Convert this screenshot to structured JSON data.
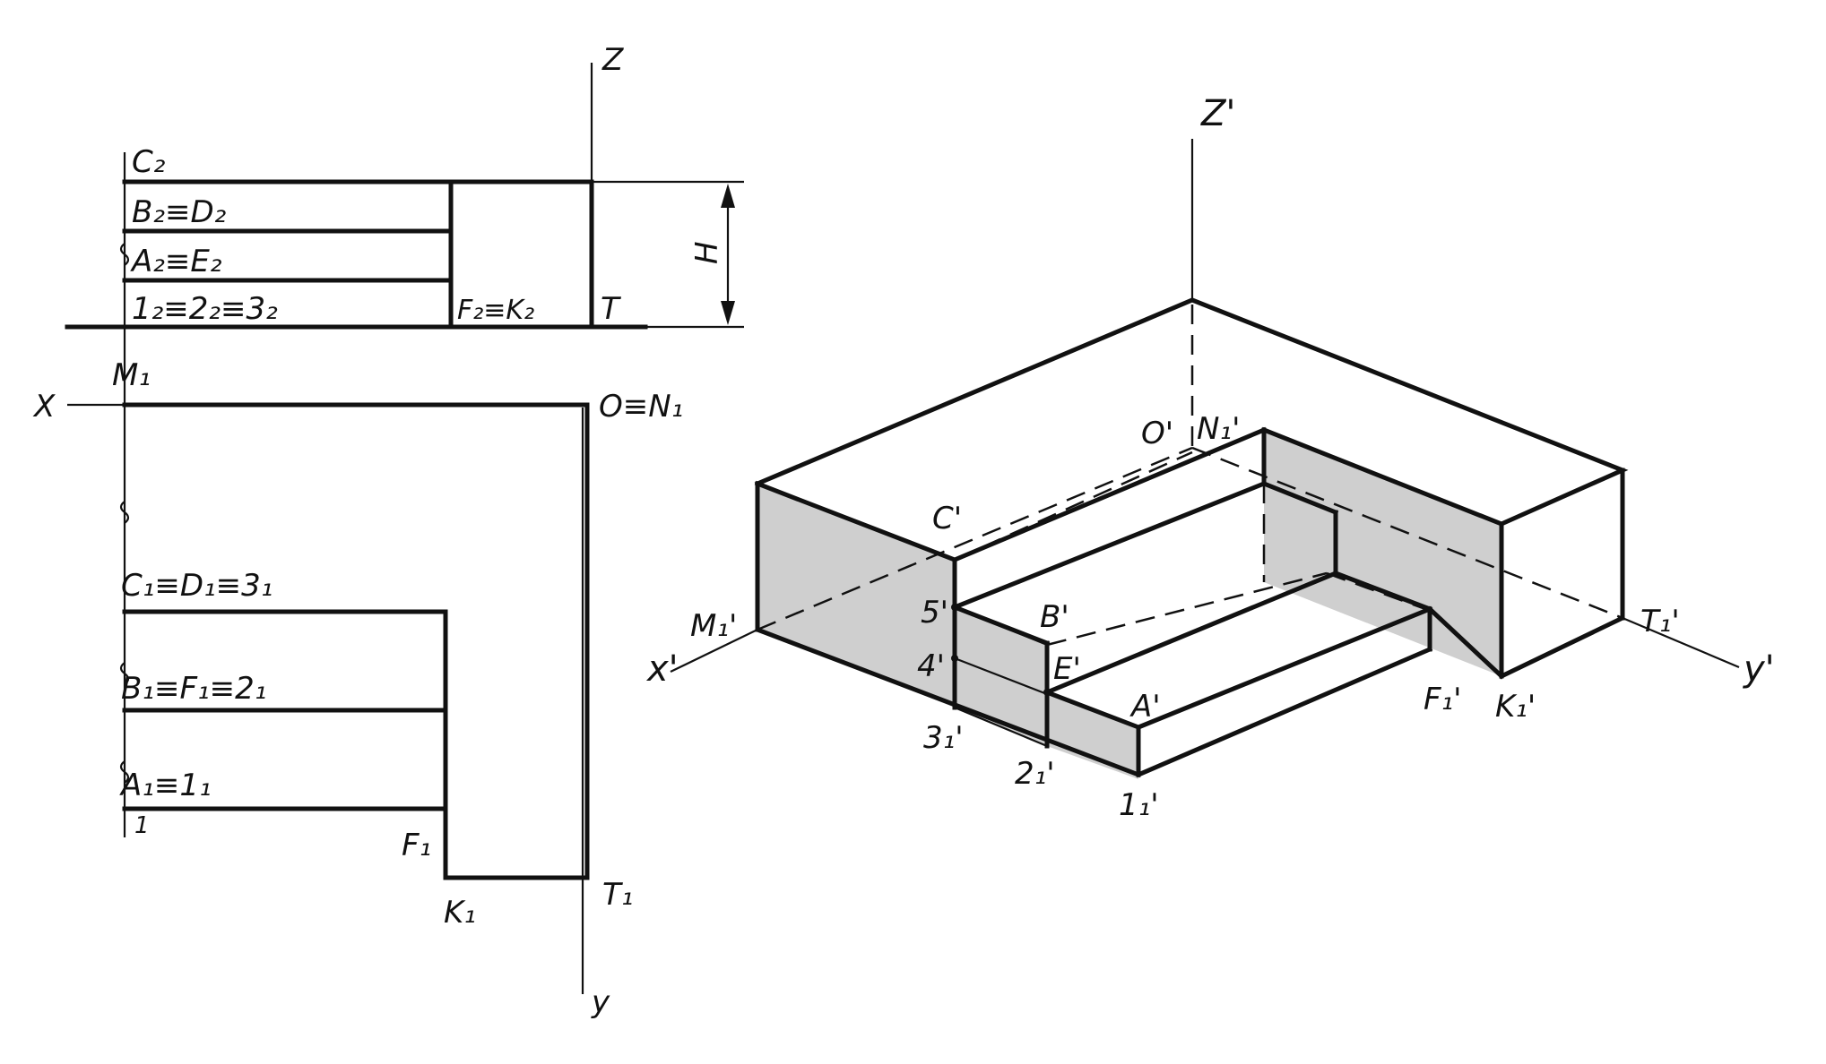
{
  "front_view": {
    "axis_z": "Z",
    "dimension_h": "H",
    "labels": {
      "c2": "C₂",
      "b2d2": "B₂≡D₂",
      "a2e2": "A₂≡E₂",
      "p123": "1₂≡2₂≡3₂",
      "f2k2": "F₂≡K₂",
      "t": "T"
    }
  },
  "top_view": {
    "axis_x": "X",
    "axis_y": "y",
    "labels": {
      "m1": "M₁",
      "on1": "O≡N₁",
      "cd3": "C₁≡D₁≡3₁",
      "bf2": "B₁≡F₁≡2₁",
      "a1": "A₁≡1₁",
      "one": "1",
      "f1": "F₁",
      "k1": "K₁",
      "t1": "T₁"
    }
  },
  "iso_view": {
    "axis_z": "Z'",
    "axis_x": "x'",
    "axis_y": "y'",
    "labels": {
      "m1": "M₁'",
      "o": "O'",
      "n1": "N₁'",
      "c": "C'",
      "b": "B'",
      "e": "E'",
      "a": "A'",
      "f1": "F₁'",
      "k1": "K₁'",
      "t1": "T₁'",
      "p5": "5'",
      "p4": "4'",
      "p3": "3₁'",
      "p2": "2₁'",
      "p1": "1₁'"
    }
  }
}
